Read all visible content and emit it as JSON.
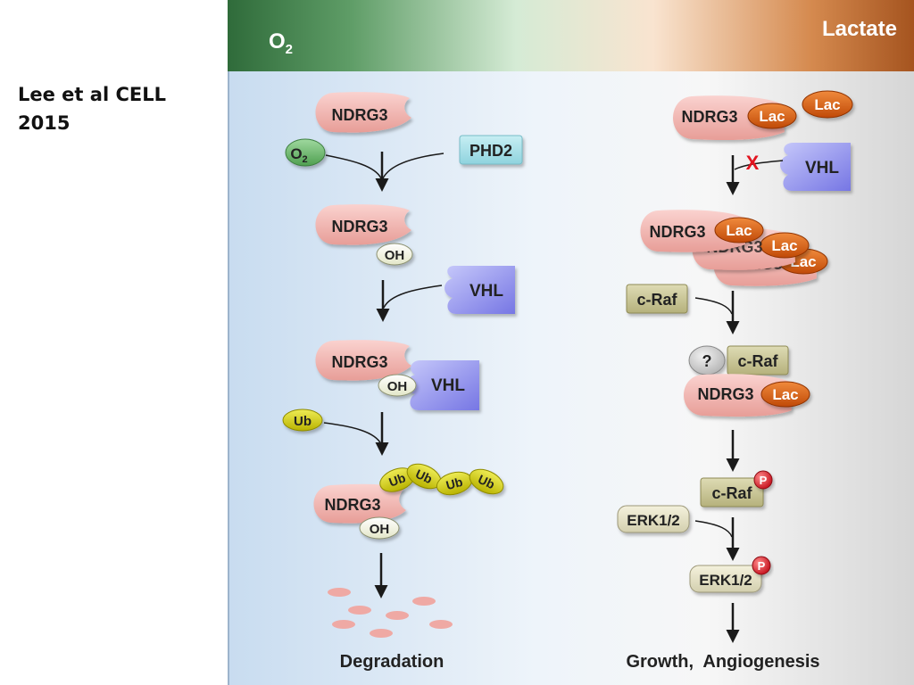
{
  "slide": {
    "citation_line1": "Lee et al CELL",
    "citation_line2": "2015"
  },
  "banner": {
    "left_label": "O",
    "left_label_sub": "2",
    "right_label": "Lactate"
  },
  "left_pathway": {
    "protein": "NDRG3",
    "oxygen": "O",
    "oxygen_sub": "2",
    "enzyme": "PHD2",
    "hydroxyl": "OH",
    "vhl": "VHL",
    "ubiquitin": "Ub",
    "outcome": "Degradation"
  },
  "right_pathway": {
    "protein": "NDRG3",
    "lactate": "Lac",
    "vhl": "VHL",
    "block_mark": "X",
    "craf": "c-Raf",
    "unknown": "?",
    "phospho": "P",
    "erk": "ERK1/2",
    "outcome": "Growth,  Angiogenesis"
  },
  "colors": {
    "banner_green": "#2f6b3a",
    "banner_brown": "#a5541f",
    "ndrg3_pink": "#f2b6b2",
    "lac_orange": "#d9580e",
    "vhl_purple": "#8c8cf0",
    "phd2_cyan": "#a6dfe8",
    "o2_green": "#6dbb6d",
    "ub_yellow": "#d6d40a",
    "craf_khaki": "#c9c69a",
    "phospho_red": "#d91c2a",
    "arrow": "#1a1a1a"
  }
}
